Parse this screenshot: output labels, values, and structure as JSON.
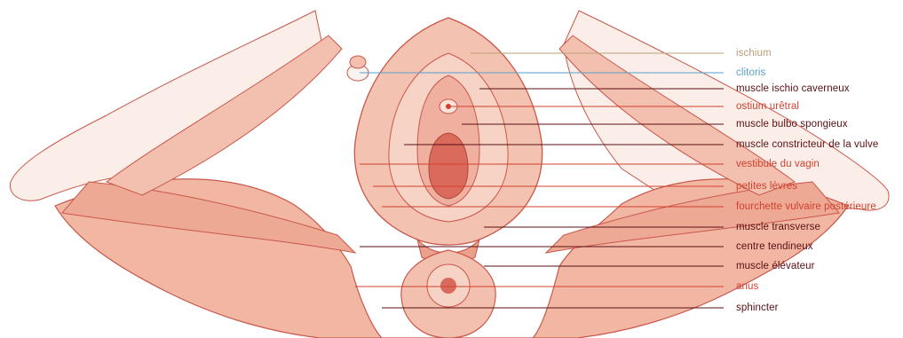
{
  "labels": [
    {
      "text": "ischium",
      "color": "#b8a07a"
    },
    {
      "text": "clitoris",
      "color": "#5a9ec9"
    },
    {
      "text": "muscle ischio caverneux",
      "color": "#5a0f14"
    },
    {
      "text": "ostium urêtral",
      "color": "#d2402f"
    },
    {
      "text": "muscle bulbo spongieux",
      "color": "#5a0f14"
    },
    {
      "text": "muscle constricteur de la vulve",
      "color": "#5a0f14"
    },
    {
      "text": "vestibule du vagin",
      "color": "#d2402f"
    },
    {
      "text": "petites lèvres",
      "color": "#d2402f"
    },
    {
      "text": "fourchette vulvaire postérieure",
      "color": "#d2402f"
    },
    {
      "text": "muscle transverse",
      "color": "#5a0f14"
    },
    {
      "text": "centre tendineux",
      "color": "#5a0f14"
    },
    {
      "text": "muscle élévateur",
      "color": "#5a0f14"
    },
    {
      "text": "anus",
      "color": "#d2402f"
    },
    {
      "text": "sphincter",
      "color": "#5a0f14"
    }
  ],
  "colors": {
    "muscle_fill": "#f1b7a3",
    "muscle_light": "#f7d3c6",
    "muscle_outline": "#c9574a",
    "deep_red": "#d96a5c"
  }
}
